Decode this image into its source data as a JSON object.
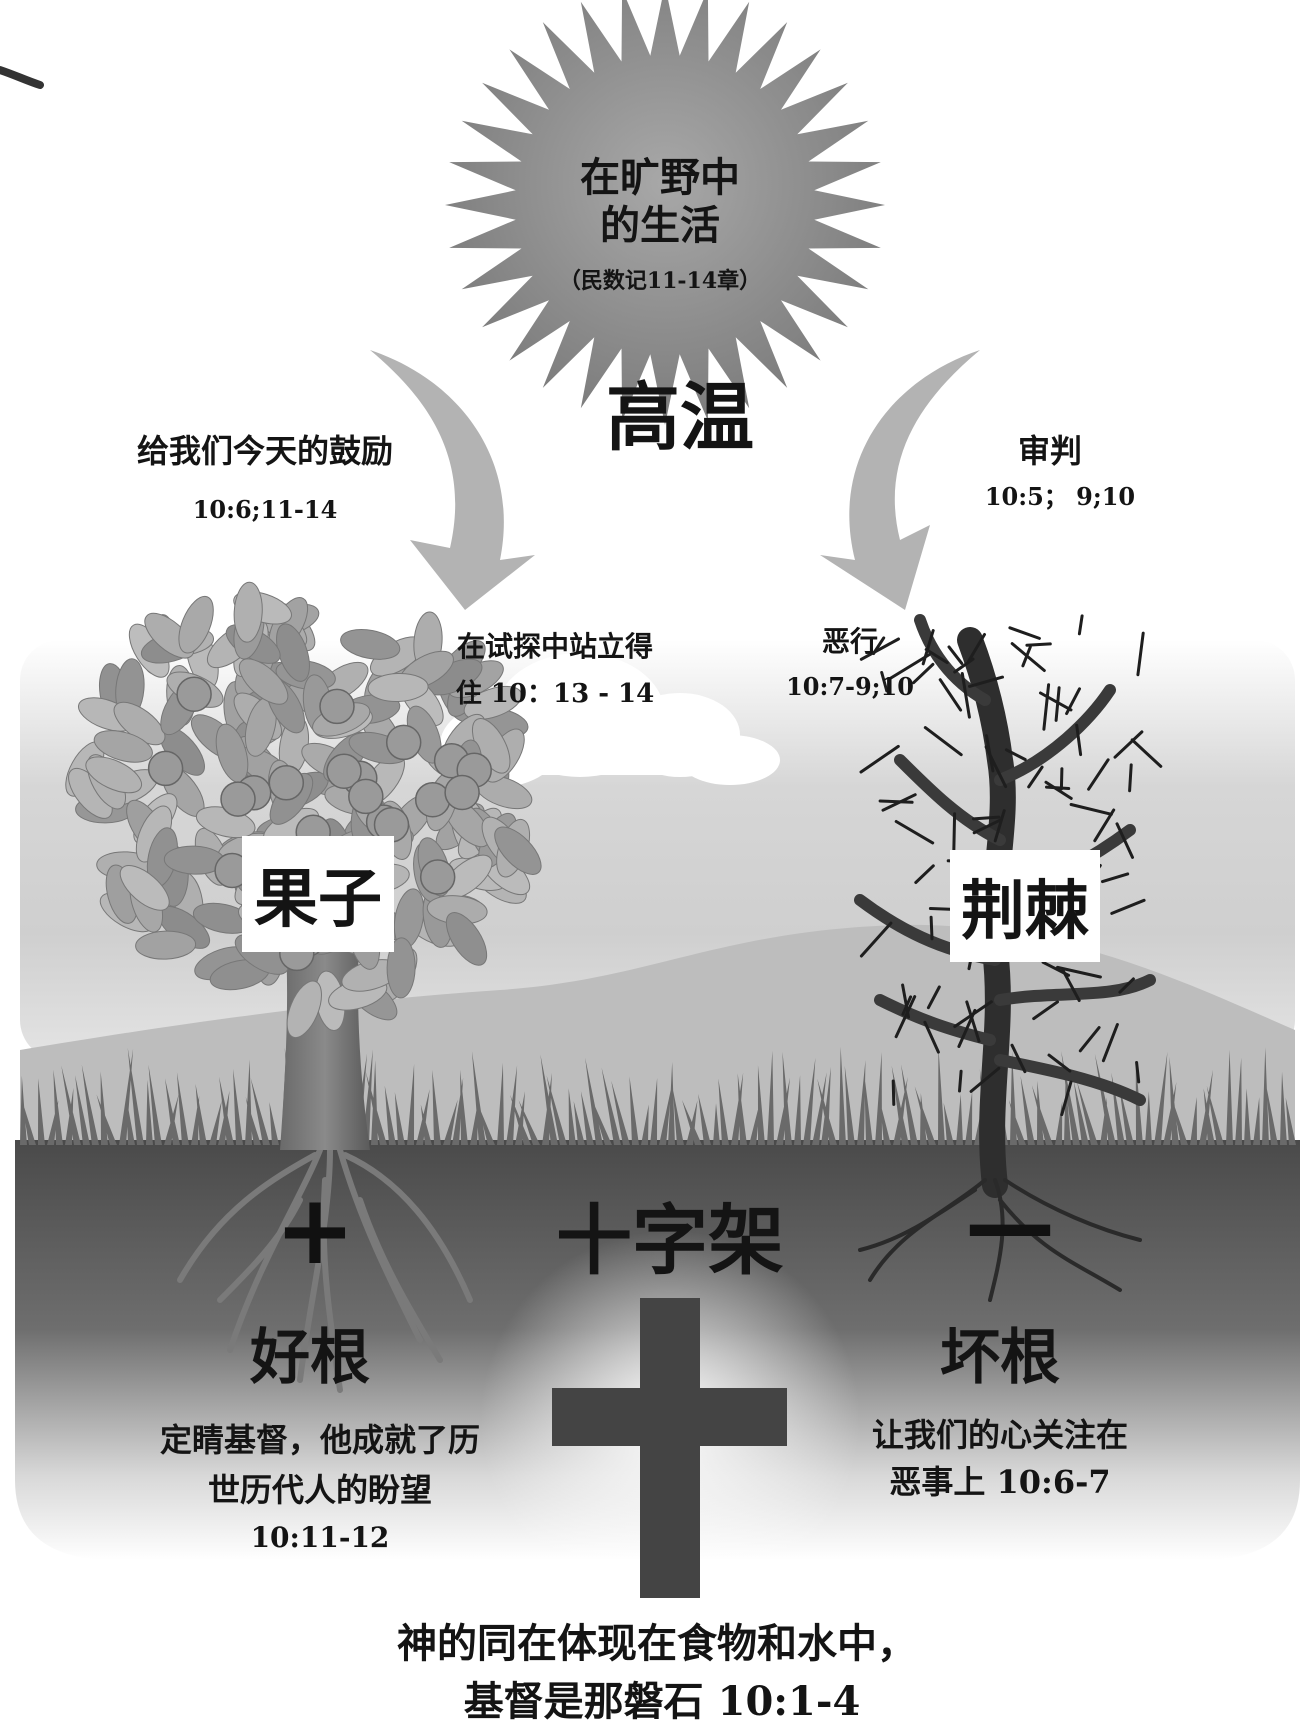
{
  "sun": {
    "title_line1": "在旷野中",
    "title_line2": "的生活",
    "reference": "（民数记11-14章）"
  },
  "heat_label": "高温",
  "left_arrow": {
    "title": "给我们今天的鼓励",
    "reference": "10:6;11-14"
  },
  "right_arrow": {
    "title": "审判",
    "reference": "10:5； 9;10"
  },
  "good_tree": {
    "caption_line1": "在试探中站立得",
    "caption_line2": "住 10：13 - 14",
    "fruit_label": "果子",
    "root_sign": "+",
    "root_title": "好根",
    "root_line1": "定睛基督，他成就了历",
    "root_line2": "世历代人的盼望",
    "root_line3": "10:11-12"
  },
  "bad_tree": {
    "caption_line1": "恶行",
    "caption_line2": "10:7-9;10",
    "fruit_label": "荆棘",
    "root_sign": "—",
    "root_title": "坏根",
    "root_line1": "让我们的心关注在",
    "root_line2": "恶事上 10:6-7"
  },
  "cross": {
    "title": "十字架"
  },
  "footer": {
    "line1": "神的同在体现在食物和水中，",
    "line2": "基督是那磐石 10:1-4"
  },
  "colors": {
    "sun": "#8f8f8f",
    "arrow": "#b3b3b3",
    "sky_band": "#cfcfcf",
    "hill": "#bdbdbd",
    "soil": "#555555",
    "cross": "#444444",
    "text": "#141414"
  }
}
